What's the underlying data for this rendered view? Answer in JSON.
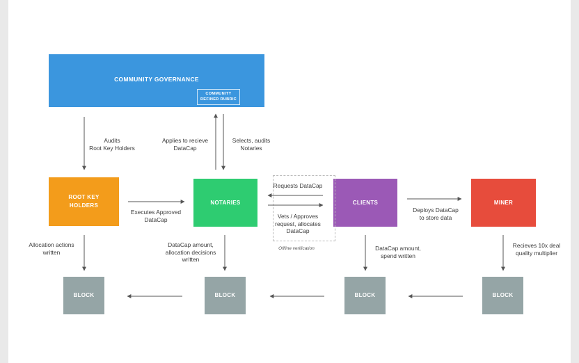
{
  "colors": {
    "governance": "#3b96de",
    "root": "#f39c1b",
    "notaries": "#2ecc71",
    "clients": "#9b59b6",
    "miner": "#e74c3c",
    "block": "#95a5a6",
    "arrow": "#555555"
  },
  "governance": {
    "title": "COMMUNITY GOVERNANCE",
    "rubric": "COMMUNITY\nDEFINED RUBRIC"
  },
  "nodes": {
    "root": "ROOT KEY\nHOLDERS",
    "notaries": "NOTARIES",
    "clients": "CLIENTS",
    "miner": "MINER"
  },
  "blocks": [
    "BLOCK",
    "BLOCK",
    "BLOCK",
    "BLOCK"
  ],
  "labels": {
    "audits": "Audits\nRoot Key Holders",
    "applies": "Applies to recieve\nDataCap",
    "selects": "Selects, audits\nNotaries",
    "executes": "Executes Approved\nDataCap",
    "requests": "Requests DataCap",
    "vets": "Vets / Approves\nrequest,  allocates\nDataCap",
    "offline": "Offline verification",
    "deploys": "Deploys DataCap\nto store data",
    "alloc_actions": "Allocation actions\nwritten",
    "datacap_alloc": "DataCap amount,\nallocation decisions\nwritten",
    "datacap_spend": "DataCap amount,\nspend written",
    "receives": "Recieves 10x deal\nquality multiplier"
  }
}
